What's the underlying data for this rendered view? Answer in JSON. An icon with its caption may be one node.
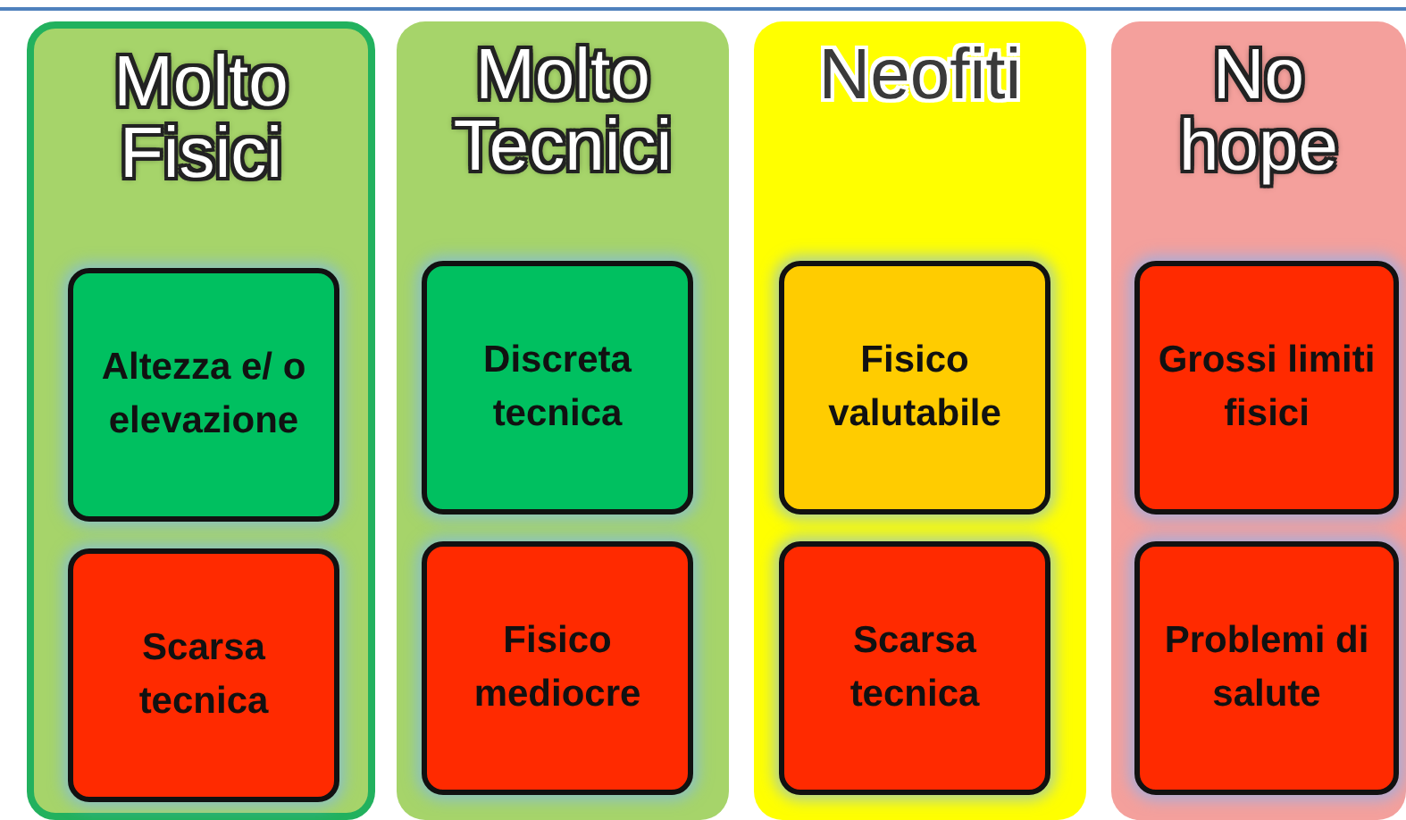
{
  "diagram": {
    "nodes": [
      {
        "text": [
          "Molto Fisici"
        ]
      },
      {
        "text": [
          "Altezza e/ o elevazione"
        ],
        "in": 0
      },
      {
        "text": [
          "Scarsa tecnica"
        ],
        "in": 0
      },
      {
        "text": [
          "Molto Tecnici"
        ]
      },
      {
        "text": [
          "Discreta tecnica"
        ],
        "in": 3
      },
      {
        "text": [
          "Fisico mediocre"
        ],
        "in": 3
      },
      {
        "text": [
          "Neofiti"
        ]
      },
      {
        "text": [
          "Fisico valutabile"
        ],
        "in": 6
      },
      {
        "text": [
          "Scarsa tecnica"
        ],
        "in": 6
      },
      {
        "text": [
          "No hope"
        ]
      },
      {
        "text": [
          "Grossi limiti fisici"
        ],
        "in": 9
      },
      {
        "text": [
          "Problemi di salute"
        ],
        "in": 9
      }
    ]
  }
}
